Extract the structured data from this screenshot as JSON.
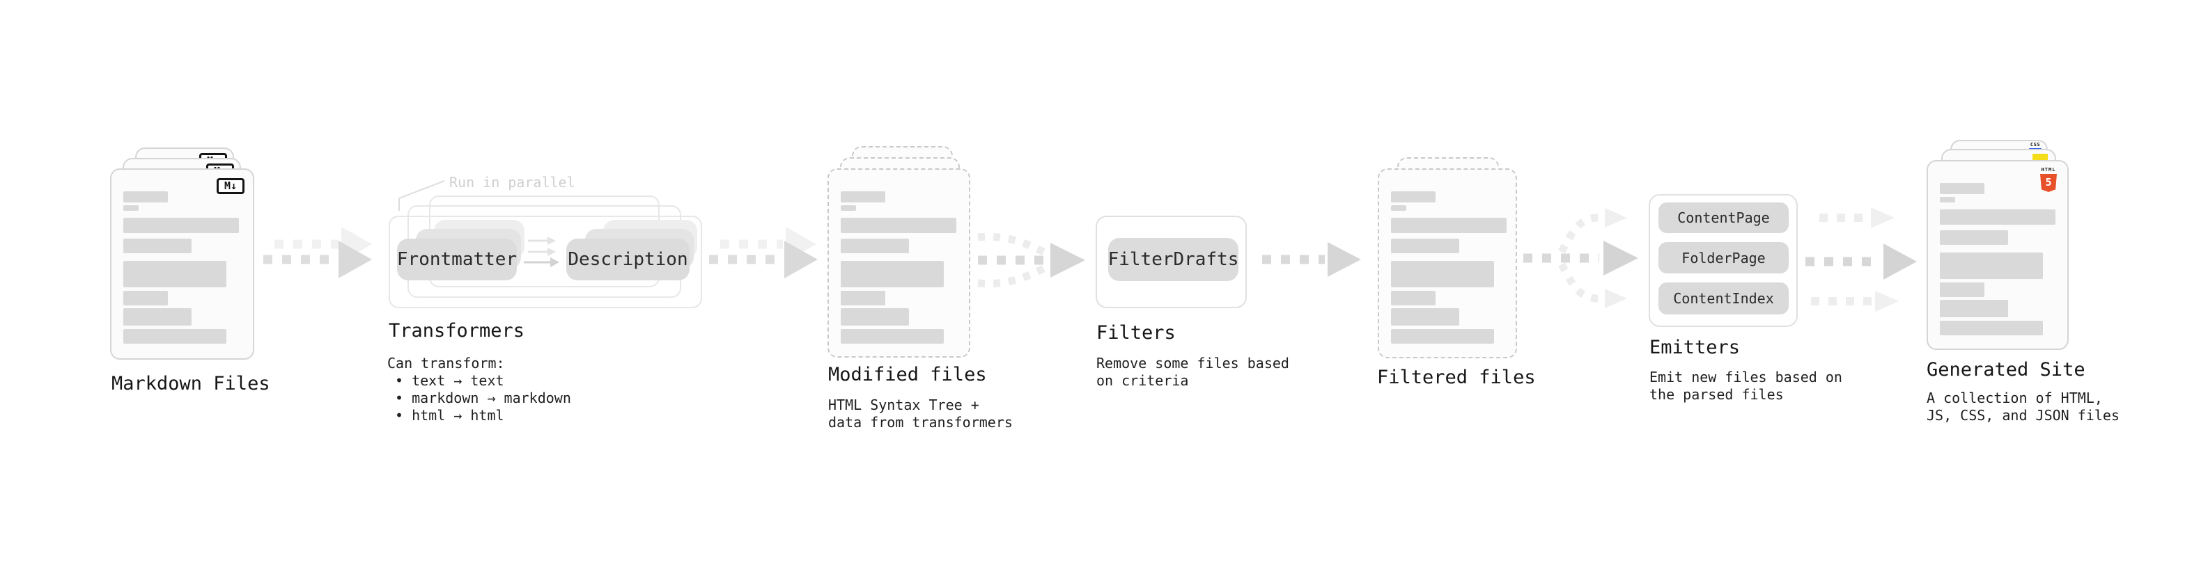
{
  "diagram": {
    "description_of_flow": "Markdown Files → Transformers → Modified files → Filters → Filtered files → Emitters → Generated Site"
  },
  "stages": {
    "markdown_files": {
      "title": "Markdown Files",
      "badge": "M↓"
    },
    "transformers": {
      "title": "Transformers",
      "annotation": "Run in parallel",
      "pills": [
        "Frontmatter",
        "Description"
      ],
      "caption_title": "Can transform:",
      "caption_items": [
        "• text → text",
        "• markdown → markdown",
        "• html → html"
      ]
    },
    "modified_files": {
      "title": "Modified files",
      "caption_lines": [
        "HTML Syntax Tree +",
        "data from transformers"
      ]
    },
    "filters": {
      "title": "Filters",
      "pills": [
        "FilterDrafts"
      ],
      "caption_lines": [
        "Remove some files based",
        "on criteria"
      ]
    },
    "filtered_files": {
      "title": "Filtered files"
    },
    "emitters": {
      "title": "Emitters",
      "pills": [
        "ContentPage",
        "FolderPage",
        "ContentIndex"
      ],
      "caption_lines": [
        "Emit new files based on",
        "the parsed files"
      ]
    },
    "generated_site": {
      "title": "Generated Site",
      "caption_lines": [
        "A collection of HTML,",
        "JS, CSS, and JSON files"
      ],
      "badges": {
        "css": "CSS",
        "js": "JS",
        "html": "HTML",
        "html_number": "5"
      }
    }
  },
  "colors": {
    "background": "#ffffff",
    "card_fill": "#fbfbfb",
    "card_border_solid": "#d5d5d5",
    "card_border_dashed": "#c9c9c9",
    "placeholder_bar": "#d9d9d9",
    "pill_fill": "#dcdcdc",
    "arrow_main": "#d9d9d9",
    "arrow_ghost": "#f1f1f1",
    "annotation_text": "#cfcfcf",
    "title_text": "#161616",
    "html5_orange": "#e8502a",
    "js_yellow": "#f5de19",
    "css_blue": "#2d62e8"
  }
}
